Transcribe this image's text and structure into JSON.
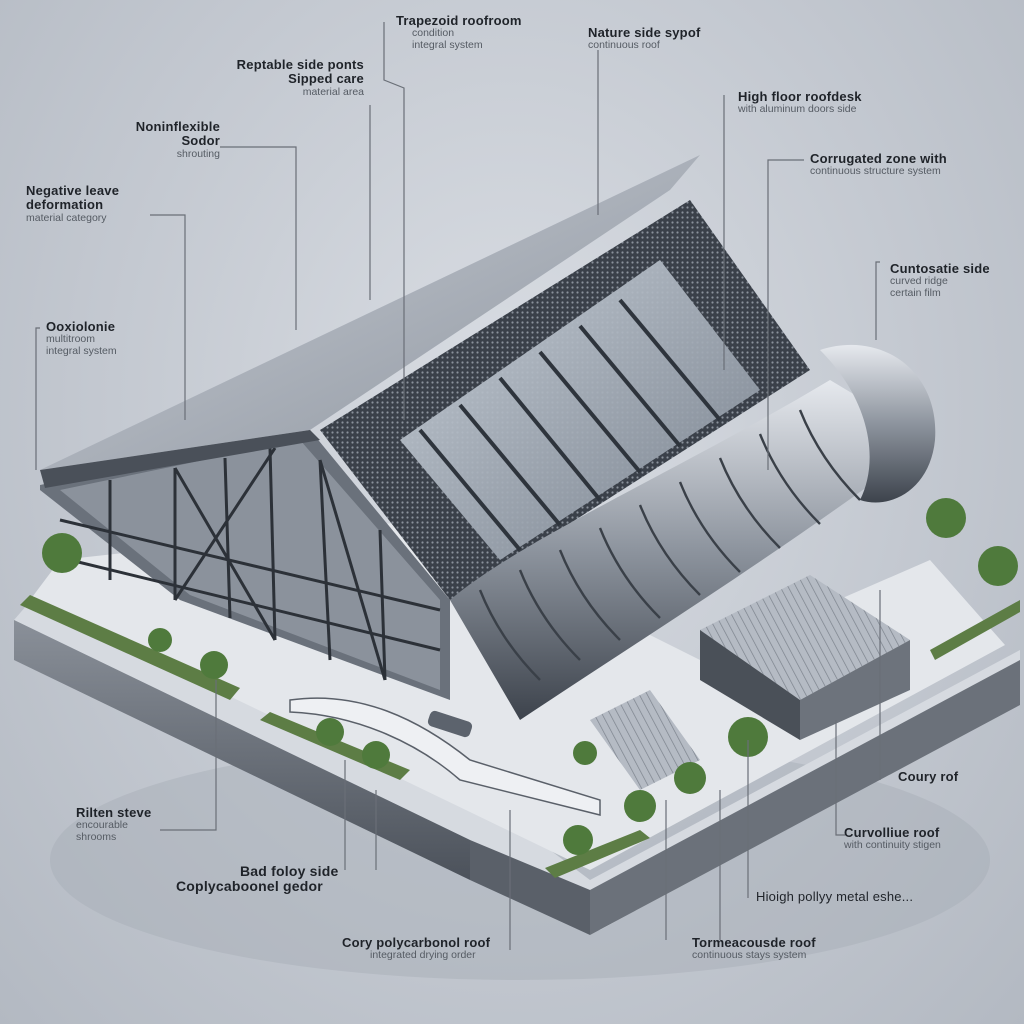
{
  "colors": {
    "background": "#c8ccd3",
    "steel": "#3c434d",
    "roof_light": "#b8bec7",
    "leader": "#6a6f77",
    "tree": "#4f7a3c"
  },
  "labels": [
    {
      "id": "l1",
      "title": "Trapezoid roofroom",
      "sub": "condition",
      "sub2": "integral system"
    },
    {
      "id": "l2",
      "title": "Nature side sypof",
      "sub": "continuous roof"
    },
    {
      "id": "l3",
      "title": "Reptable side ponts",
      "title2": "Sipped care",
      "sub": "material area"
    },
    {
      "id": "l4",
      "title": "High floor roofdesk",
      "sub": "with aluminum doors side"
    },
    {
      "id": "l5",
      "title": "Noninflexible Sodor",
      "sub": "shrouting"
    },
    {
      "id": "l6",
      "title": "Corrugated zone with",
      "sub": "continuous structure system"
    },
    {
      "id": "l7",
      "title": "Negative leave",
      "title2": "deformation",
      "sub": "material category"
    },
    {
      "id": "l8",
      "title": "Cuntosatie side",
      "sub": "curved ridge",
      "sub2": "certain film"
    },
    {
      "id": "l9",
      "title": "Ooxiolonie",
      "sub": "multitroom",
      "sub2": "integral system"
    },
    {
      "id": "l10",
      "title": "Coury rof"
    },
    {
      "id": "l11",
      "title": "Rilten steve",
      "sub": "encourable",
      "sub2": "shrooms"
    },
    {
      "id": "l12",
      "title": "Curvolliue roof",
      "sub": "with continuity stigen"
    },
    {
      "id": "l13",
      "title": "Bad foloy side",
      "title2": "Coplycaboonel gedor"
    },
    {
      "id": "l14",
      "title": "Hioigh pollyy metal eshe..."
    },
    {
      "id": "l15",
      "title": "Cory polycarbonol roof",
      "sub": "integrated drying order"
    },
    {
      "id": "l16",
      "title": "Tormeacousde roof",
      "sub": "continuous stays system"
    }
  ]
}
